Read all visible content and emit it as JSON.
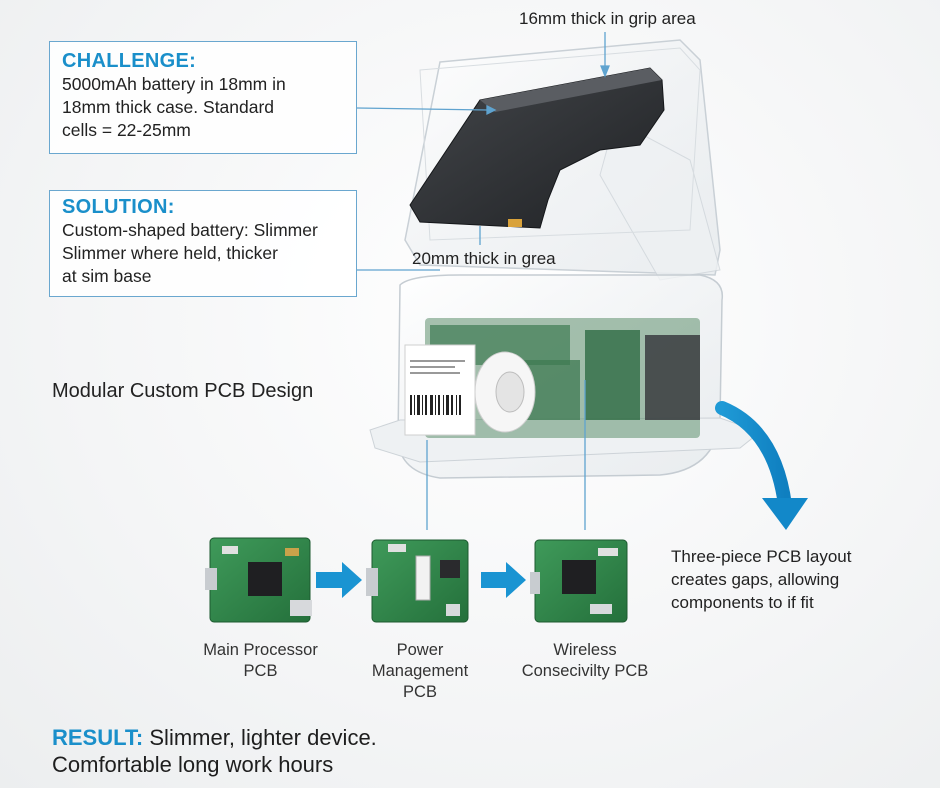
{
  "challenge": {
    "heading": "CHALLENGE:",
    "body": "5000mAh battery in 18mm in\n18mm thick case. Standard\ncells = 22-25mm"
  },
  "solution": {
    "heading": "SOLUTION:",
    "body": "Custom-shaped battery: Slimmer\nSlimmer where held, thicker\nat sim base"
  },
  "labels": {
    "grip": "16mm thick in grip area",
    "base": "20mm thick in grea",
    "modular": "Modular Custom PCB Design",
    "layout_note": "Three-piece PCB layout\ncreates gaps, allowing\ncomponents to if fit"
  },
  "pcbs": [
    {
      "label": "Main Processor\nPCB"
    },
    {
      "label": "Power\nManagement\nPCB"
    },
    {
      "label": "Wireless\nConsecivilty PCB"
    }
  ],
  "result": {
    "keyword": "RESULT:",
    "line1": " Slimmer, lighter device.",
    "line2": "Comfortable long work hours"
  },
  "colors": {
    "accent": "#1a8fca",
    "callout_border": "#6aa7cf",
    "pcb_green": "#2e7d46",
    "battery": "#2b2d30"
  }
}
